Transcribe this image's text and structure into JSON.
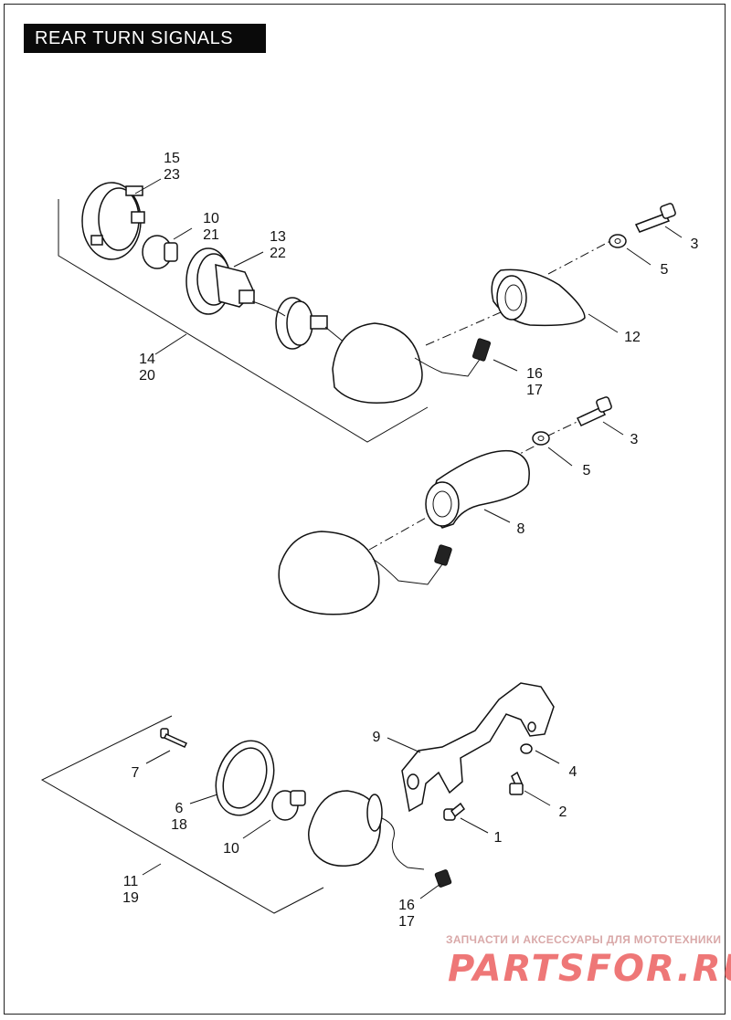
{
  "title": "REAR TURN SIGNALS",
  "watermark": {
    "caption": "ЗАПЧАСТИ И АКСЕССУАРЫ ДЛЯ МОТОТЕХНИКИ",
    "logo": "PARTSFOR.RU"
  },
  "labels": {
    "l15": "15",
    "l23": "23",
    "l10a": "10",
    "l21": "21",
    "l13": "13",
    "l22": "22",
    "l14": "14",
    "l20": "20",
    "l3a": "3",
    "l5a": "5",
    "l12": "12",
    "l16a": "16",
    "l17a": "17",
    "l3b": "3",
    "l5b": "5",
    "l8": "8",
    "l9": "9",
    "l4": "4",
    "l2": "2",
    "l1": "1",
    "l7": "7",
    "l6": "6",
    "l18": "18",
    "l10b": "10",
    "l11": "11",
    "l19": "19",
    "l16b": "16",
    "l17b": "17"
  }
}
